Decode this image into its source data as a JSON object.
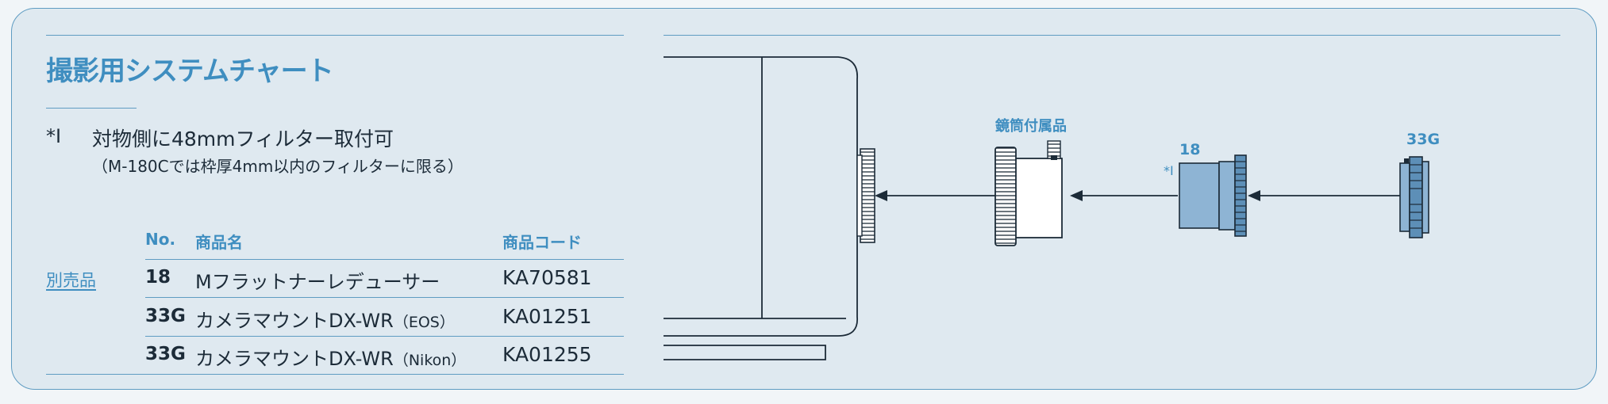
{
  "title": "撮影用システムチャート",
  "note": {
    "mark": "*I",
    "main": "対物側に48mmフィルター取付可",
    "sub": "（M-180Cでは枠厚4mm以内のフィルターに限る）"
  },
  "table": {
    "headers": {
      "no": "No.",
      "name": "商品名",
      "code": "商品コード"
    },
    "side_label": "別売品",
    "rows": [
      {
        "no": "18",
        "name": "Mフラットナーレデューサー",
        "name_suffix": "",
        "code": "KA70581"
      },
      {
        "no": "33G",
        "name": "カメラマウントDX-WR",
        "name_suffix": "（EOS）",
        "code": "KA01251"
      },
      {
        "no": "33G",
        "name": "カメラマウントDX-WR",
        "name_suffix": "（Nikon）",
        "code": "KA01255"
      }
    ]
  },
  "diagram": {
    "accessory_label": "鏡筒付属品",
    "part_18_label": "18",
    "part_18_mark": "*I",
    "part_33g_label": "33G"
  },
  "colors": {
    "accent": "#3f8ec0",
    "border": "#5f9cc2",
    "panel_bg": "#dfe9f0",
    "text": "#1c2b38"
  }
}
